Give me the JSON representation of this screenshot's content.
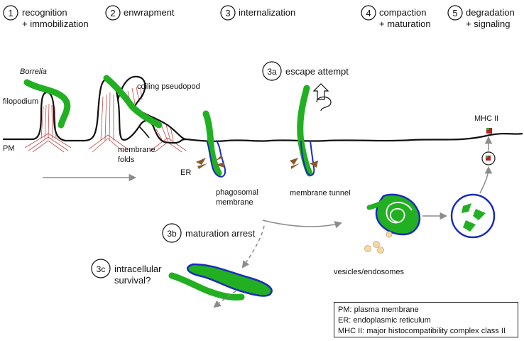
{
  "steps": [
    {
      "number": "1",
      "line1": "recognition",
      "line2": "+ immobilization"
    },
    {
      "number": "2",
      "line1": "enwrapment",
      "line2": ""
    },
    {
      "number": "3",
      "line1": "internalization",
      "line2": ""
    },
    {
      "number": "4",
      "line1": "compaction",
      "line2": "+ maturation"
    },
    {
      "number": "5",
      "line1": "degradation",
      "line2": "+ signaling"
    }
  ],
  "substeps": [
    {
      "number": "3a",
      "label": "escape attempt"
    },
    {
      "number": "3b",
      "label": "maturation arrest"
    },
    {
      "number": "3c",
      "line1": "intracellular",
      "line2": "survival?"
    }
  ],
  "labels": {
    "borrelia": "Borrelia",
    "filopodium": "filopodium",
    "coiling_pseudopod": "coiling pseudopod",
    "membrane_folds_1": "membrane",
    "membrane_folds_2": "folds",
    "pm": "PM",
    "er": "ER",
    "phagosomal_1": "phagosomal",
    "phagosomal_2": "membrane",
    "membrane_tunnel": "membrane tunnel",
    "vesicles": "vesicles/endosomes",
    "mhc": "MHC II"
  },
  "legend": [
    "PM: plasma membrane",
    "ER: endoplasmic reticulum",
    "MHC II: major histocompatibility complex class II"
  ],
  "colors": {
    "bacterium": "#22b022",
    "phagosome": "#1a2bbf",
    "actin": "#c04848",
    "er": "#8b5a2b",
    "vesicle": "#f3d9a8",
    "arrow": "#8c8c8c",
    "mhc_red": "#b3202a"
  }
}
